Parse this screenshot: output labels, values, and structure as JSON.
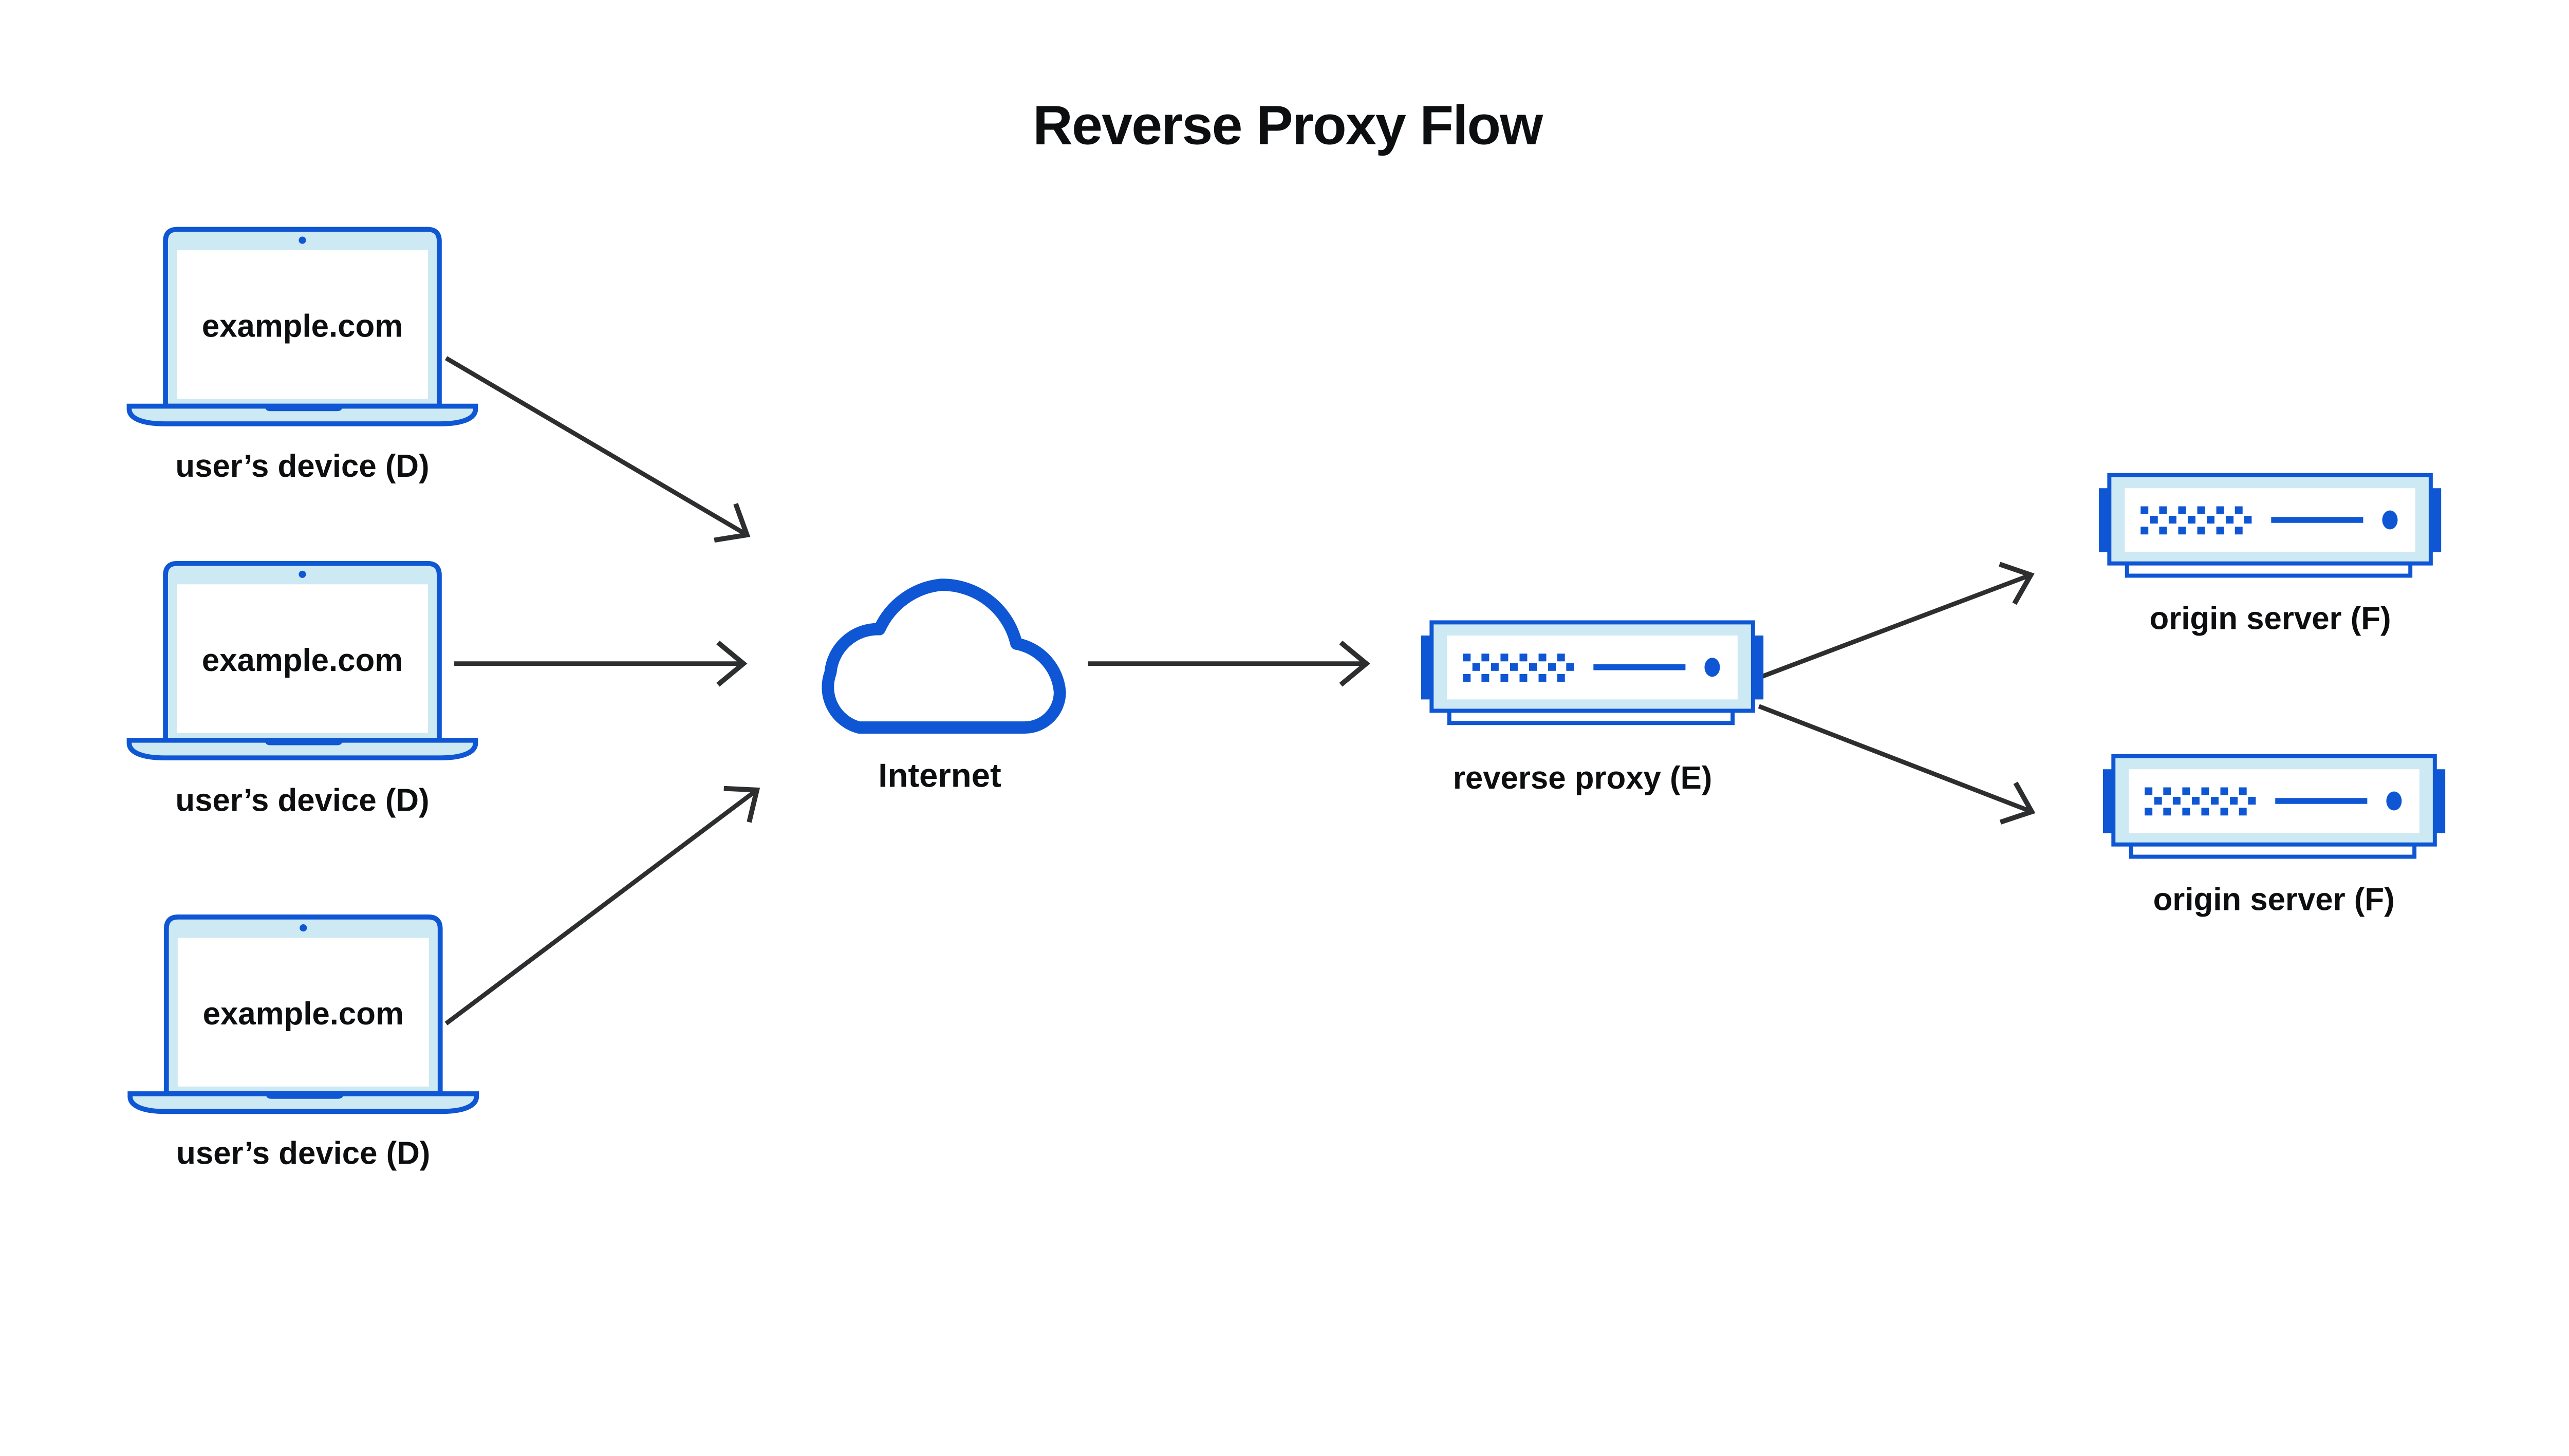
{
  "diagram": {
    "title": "Reverse Proxy Flow",
    "background": "#ffffff",
    "colors": {
      "blue": "#0f56d4",
      "light_blue": "#cde9f3",
      "white": "#ffffff",
      "arrow": "#2c2e30",
      "text": "#0d0e10"
    },
    "nodes": {
      "device1": {
        "type": "laptop",
        "icon": "laptop-icon",
        "screen_text": "example.com",
        "label": "user’s device (D)"
      },
      "device2": {
        "type": "laptop",
        "icon": "laptop-icon",
        "screen_text": "example.com",
        "label": "user’s device (D)"
      },
      "device3": {
        "type": "laptop",
        "icon": "laptop-icon",
        "screen_text": "example.com",
        "label": "user’s device (D)"
      },
      "internet": {
        "type": "cloud",
        "icon": "cloud-icon",
        "label": "Internet"
      },
      "reverse_proxy": {
        "type": "server",
        "icon": "server-icon",
        "label": "reverse proxy (E)"
      },
      "origin_server_1": {
        "type": "server",
        "icon": "server-icon",
        "label": "origin server (F)"
      },
      "origin_server_2": {
        "type": "server",
        "icon": "server-icon",
        "label": "origin server (F)"
      }
    },
    "edges": [
      {
        "from": "device1",
        "to": "internet"
      },
      {
        "from": "device2",
        "to": "internet"
      },
      {
        "from": "device3",
        "to": "internet"
      },
      {
        "from": "internet",
        "to": "reverse_proxy"
      },
      {
        "from": "reverse_proxy",
        "to": "origin_server_1"
      },
      {
        "from": "reverse_proxy",
        "to": "origin_server_2"
      }
    ]
  }
}
